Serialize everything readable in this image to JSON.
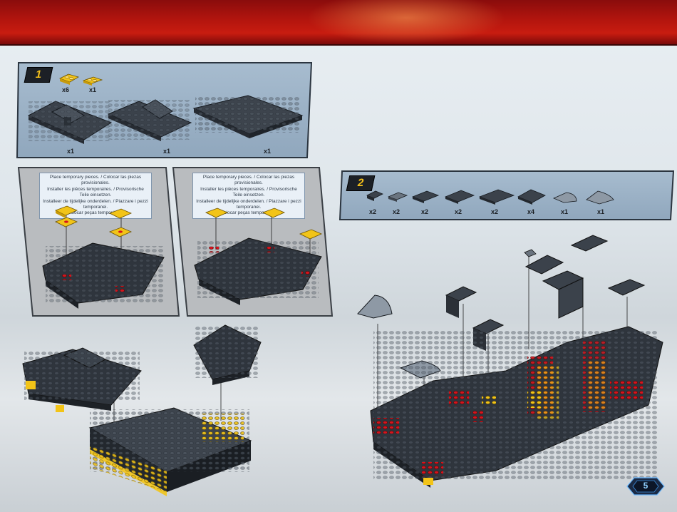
{
  "page": {
    "number": "5"
  },
  "step1": {
    "label": "1",
    "parts": [
      "x6",
      "x1"
    ],
    "assemblies": [
      "x1",
      "x1",
      "x1"
    ]
  },
  "notes": {
    "left": [
      "Place temporary pieces. / Colocar las piezas provisionales.",
      "Installer les pièces temporaires. / Provisorische Teile einsetzen.",
      "Installeer de tijdelijke onderdelen. / Piazzare i pezzi temporanei.",
      "Colocar peças temporárias."
    ],
    "right": [
      "Place temporary pieces. / Colocar las piezas provisionales.",
      "Installer les pièces temporaires. / Provisorische Teile einsetzen.",
      "Installeer de tijdelijke onderdelen. / Piazzare i pezzi temporanei.",
      "Colocar peças temporárias."
    ]
  },
  "step2": {
    "label": "2",
    "parts": [
      "x2",
      "x2",
      "x2",
      "x2",
      "x2",
      "x4",
      "x1",
      "x1"
    ]
  },
  "colors": {
    "header": "#b3150e",
    "panel": "#9fb4c8",
    "gray_panel": "#b9bcbf",
    "brick": "#3b424b",
    "yellow": "#f2c418",
    "red": "#d5141c",
    "badge_text": "#f7c21a"
  }
}
